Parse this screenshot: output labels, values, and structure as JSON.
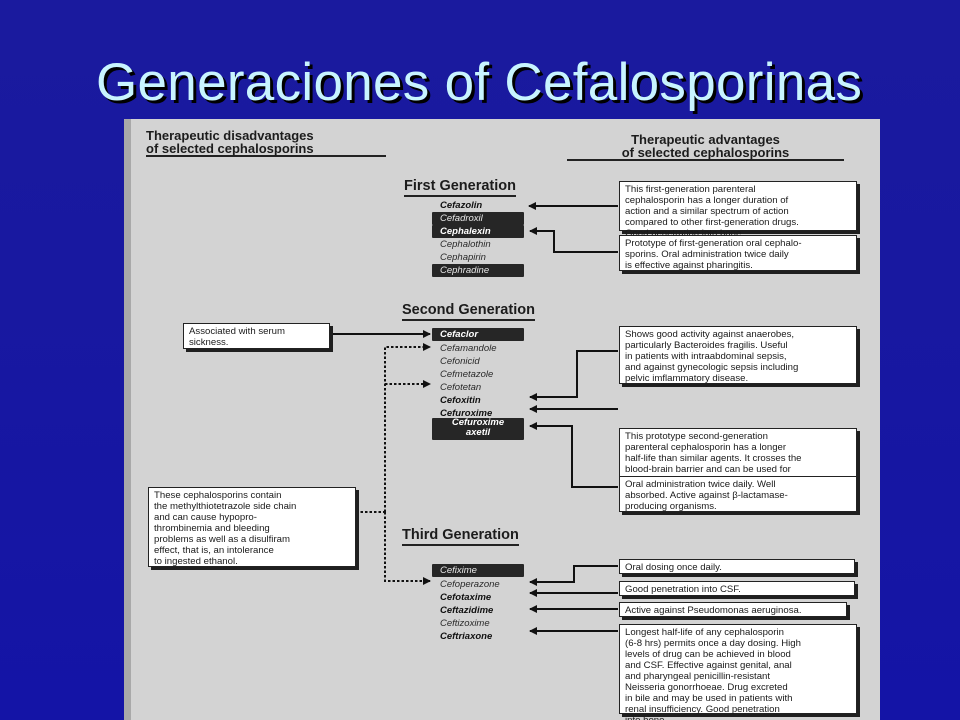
{
  "slide": {
    "title": "Generaciones of Cefalosporinas"
  },
  "headers": {
    "disadvantages": "Therapeutic disadvantages\nof selected cephalosporins",
    "advantages": "Therapeutic advantages\nof selected cephalosporins"
  },
  "generations": {
    "first": "First Generation",
    "second": "Second Generation",
    "third": "Third Generation"
  },
  "drugs": {
    "first": [
      "Cefazolin",
      "Cefadroxil",
      "Cephalexin",
      "Cephalothin",
      "Cephapirin",
      "Cephradine"
    ],
    "second": [
      "Cefaclor",
      "Cefamandole",
      "Cefonicid",
      "Cefmetazole",
      "Cefotetan",
      "Cefoxitin",
      "Cefuroxime",
      "Cefuroxime\naxetil"
    ],
    "third": [
      "Cefixime",
      "Cefoperazone",
      "Cefotaxime",
      "Ceftazidime",
      "Ceftizoxime",
      "Ceftriaxone"
    ]
  },
  "advantages": {
    "cefazolin": "This first-generation parenteral\ncephalosporin has a longer duration of\naction and a similar spectrum of action\ncompared to other first-generation drugs.\nGood penetration into bone.",
    "cephalexin": "Prototype of first-generation oral cephalo-\nsporins. Oral administration twice daily\nis effective against pharingitis.",
    "cefoxitin": "Shows good activity against anaerobes,\nparticularly Bacteroides fragilis. Useful\nin patients with intraabdominal sepsis,\nand against gynecologic sepsis including\npelvic imflammatory disease.",
    "cefuroxime": "This prototype second-generation\nparenteral cephalosporin has a longer\nhalf-life than similar agents. It crosses the\nblood-brain barrier and can be used for\ncommunity-acquired bronchitis or\npneumonia in the elderly and for\npatients who are immunocompromised.",
    "cefuroxime_axetil": "Oral administration twice daily. Well\nabsorbed. Active against β-lactamase-\nproducing organisms.",
    "cefixime": "Oral dosing once daily.",
    "cefotaxime": "Good penetration into CSF.",
    "ceftazidime": "Active against Pseudomonas aeruginosa.",
    "ceftriaxone": "Longest half-life of any cephalosporin\n(6-8 hrs) permits once a day dosing. High\nlevels of drug can be achieved in blood\nand CSF. Effective against genital, anal\nand pharyngeal penicillin-resistant\nNeisseria gonorrhoeae. Drug excreted\nin bile and may be used in patients with\nrenal insufficiency. Good penetration\ninto bone."
  },
  "disadvantages": {
    "cefaclor": "Associated with serum\nsickness.",
    "methylthiotetrazole": "These cephalosporins contain\nthe methylthiotetrazole side chain\nand can cause hypopro-\nthrombinemia and bleeding\nproblems as well as a disulfiram\neffect, that is, an intolerance\nto ingested ethanol."
  }
}
